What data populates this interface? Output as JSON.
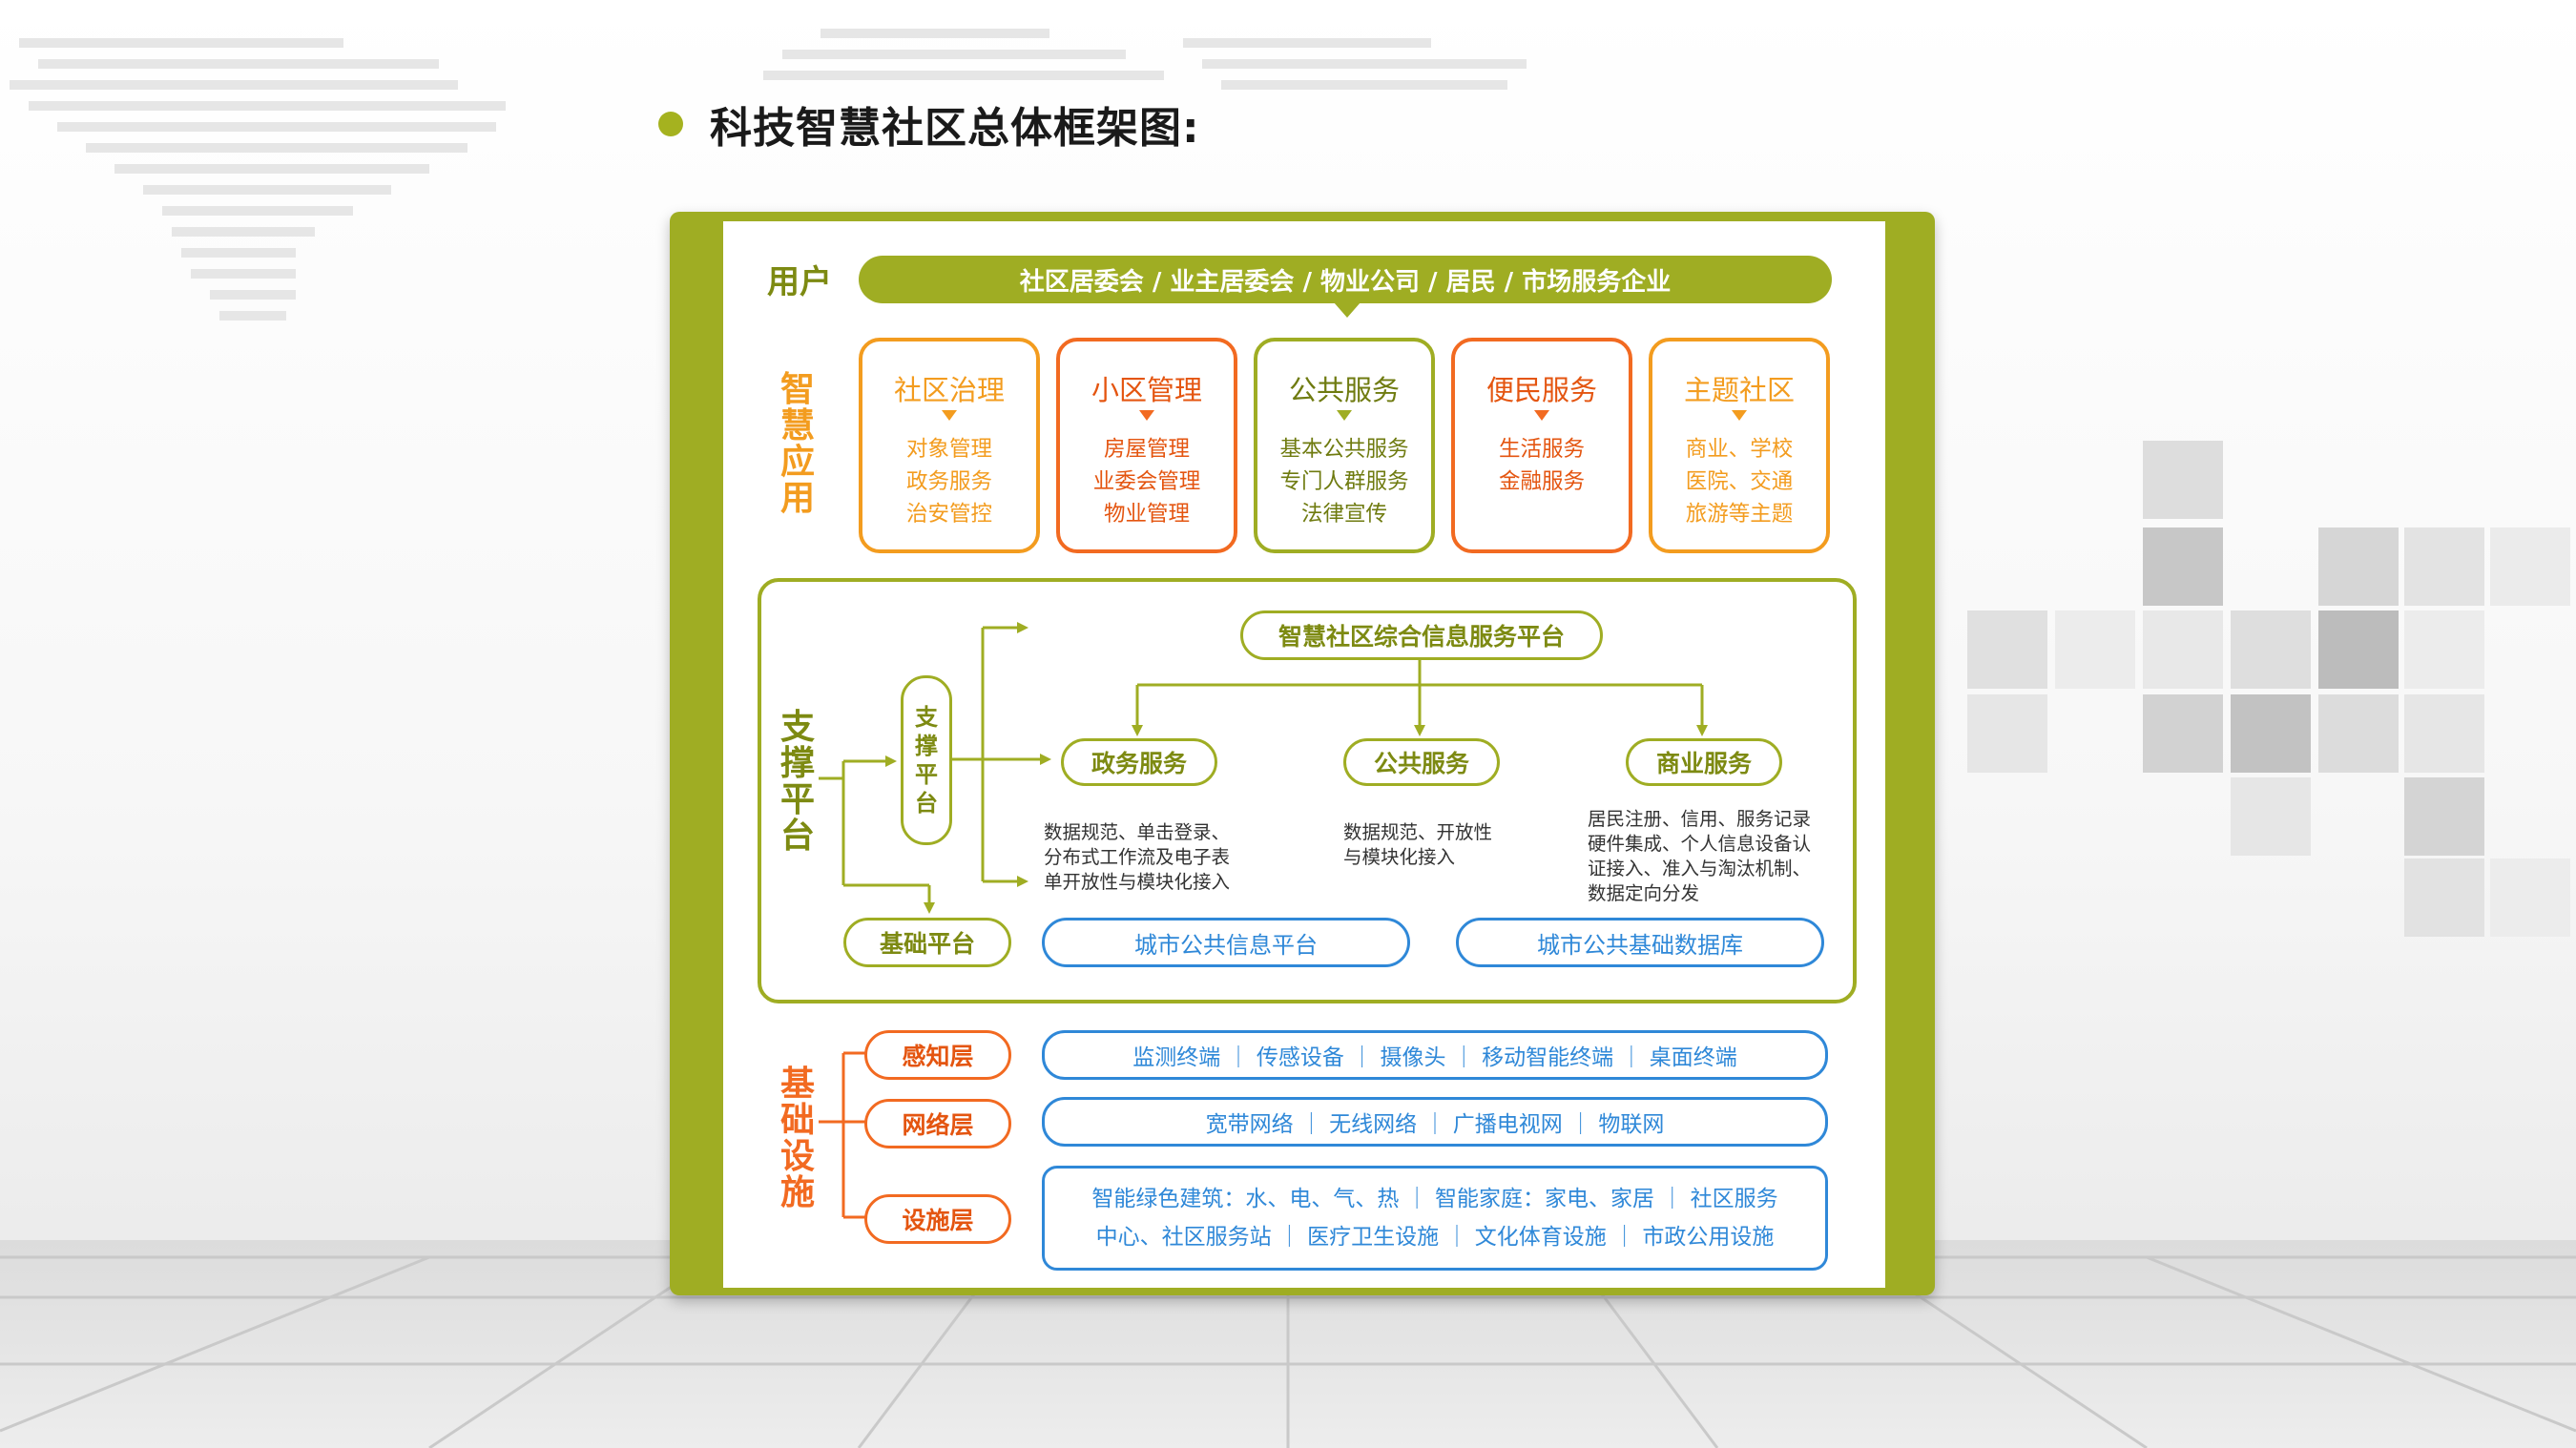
{
  "title": "科技智慧社区总体框架图:",
  "colors": {
    "green": "#9fad23",
    "orange": "#f26a21",
    "blue": "#2f88d8",
    "amber": "#f39c1f"
  },
  "users": {
    "label": "用户",
    "bar": "社区居委会 / 业主居委会 / 物业公司 / 居民 / 市场服务企业"
  },
  "applications": {
    "label": "智慧应用",
    "cards": [
      {
        "title": "社区治理",
        "items": [
          "对象管理",
          "政务服务",
          "治安管控"
        ]
      },
      {
        "title": "小区管理",
        "items": [
          "房屋管理",
          "业委会管理",
          "物业管理"
        ]
      },
      {
        "title": "公共服务",
        "items": [
          "基本公共服务",
          "专门人群服务",
          "法律宣传"
        ]
      },
      {
        "title": "便民服务",
        "items": [
          "生活服务",
          "金融服务"
        ]
      },
      {
        "title": "主题社区",
        "items": [
          "商业、学校",
          "医院、交通",
          "旅游等主题"
        ]
      }
    ]
  },
  "support": {
    "label": "支撑平台",
    "sub_platform": "支撑平台",
    "top_platform": "智慧社区综合信息服务平台",
    "services": [
      {
        "name": "政务服务",
        "desc": [
          "数据规范、单击登录、",
          "分布式工作流及电子表",
          "单开放性与模块化接入"
        ]
      },
      {
        "name": "公共服务",
        "desc": [
          "数据规范、开放性",
          "与模块化接入"
        ]
      },
      {
        "name": "商业服务",
        "desc": [
          "居民注册、信用、服务记录",
          "硬件集成、个人信息设备认",
          "证接入、准入与淘汰机制、",
          "数据定向分发"
        ]
      }
    ],
    "base_platform": "基础平台",
    "city_info": "城市公共信息平台",
    "city_db": "城市公共基础数据库"
  },
  "infrastructure": {
    "label": "基础设施",
    "layers": [
      {
        "name": "感知层",
        "content": [
          "监测终端 ｜ 传感设备 ｜ 摄像头 ｜ 移动智能终端 ｜ 桌面终端"
        ]
      },
      {
        "name": "网络层",
        "content": [
          "宽带网络 ｜ 无线网络 ｜ 广播电视网 ｜ 物联网"
        ]
      },
      {
        "name": "设施层",
        "content": [
          "智能绿色建筑：水、电、气、热 ｜ 智能家庭：家电、家居 ｜ 社区服务",
          "中心、社区服务站 ｜ 医疗卫生设施 ｜ 文化体育设施 ｜ 市政公用设施"
        ]
      }
    ]
  }
}
